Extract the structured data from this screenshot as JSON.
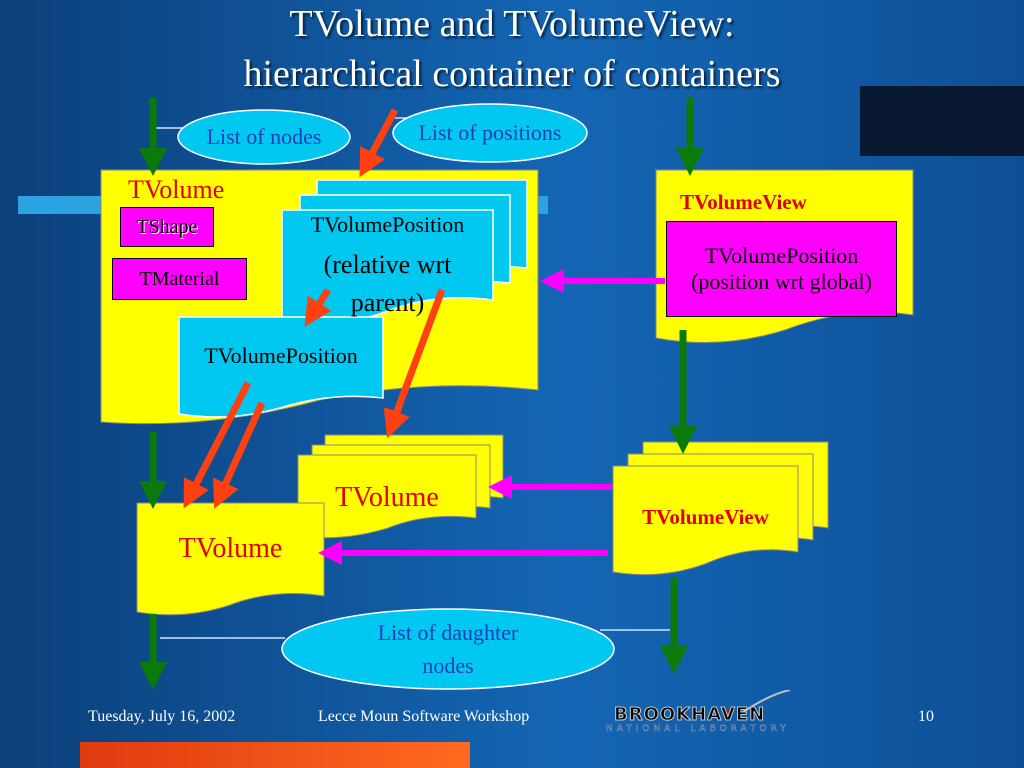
{
  "slide": {
    "title_line1": "TVolume and TVolumeView:",
    "title_line2": "hierarchical container of containers",
    "list_of_nodes": "List of nodes",
    "list_of_positions": "List of positions",
    "list_of_daughter_line1": "List of daughter",
    "list_of_daughter_line2": "nodes",
    "tvolume_main": "TVolume",
    "tshape": "TShape",
    "tmaterial": "TMaterial",
    "tvp_stack_line1": "TVolumePosition",
    "tvp_stack_line2": "(relative wrt",
    "tvp_stack_line3": "parent)",
    "tvp_front": "TVolumePosition",
    "tvolumeview_main": "TVolumeView",
    "tvv_pos_line1": "TVolumePosition",
    "tvv_pos_line2": "(position wrt global)",
    "tvolume_stack": "TVolume",
    "tvolume_daughter": "TVolume",
    "tvolumeview_stack": "TVolumeView"
  },
  "footer": {
    "date": "Tuesday, July 16, 2002",
    "event": "Lecce Moun Software  Workshop",
    "logo_line1": "BROOKHAVEN",
    "logo_line2": "NATIONAL LABORATORY",
    "page": "10"
  },
  "colors": {
    "yellow": "#ffff00",
    "cyan": "#00c8f0",
    "magenta": "#ff00ff",
    "red_arrow": "#ff4010",
    "green_arrow": "#0a7a0a",
    "red_text": "#e00000"
  }
}
